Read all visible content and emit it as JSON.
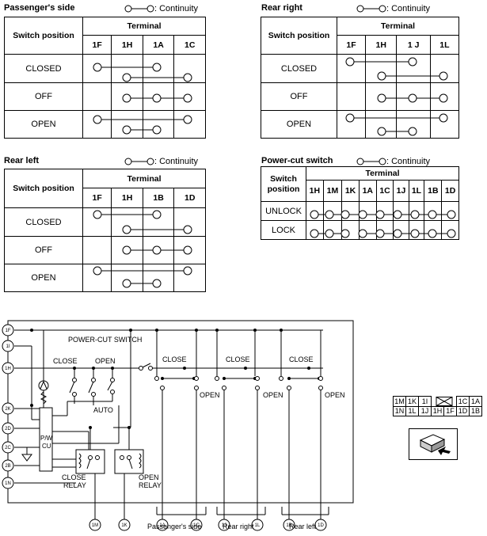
{
  "legend_text": ": Continuity",
  "switch_position_header": "Switch position",
  "terminal_header": "Terminal",
  "tables": {
    "passenger": {
      "title": "Passenger's side",
      "terminals": [
        "1F",
        "1H",
        "1A",
        "1C"
      ],
      "rows": [
        "CLOSED",
        "OFF",
        "OPEN"
      ]
    },
    "rear_right": {
      "title": "Rear right",
      "terminals": [
        "1F",
        "1H",
        "1 J",
        "1L"
      ],
      "rows": [
        "CLOSED",
        "OFF",
        "OPEN"
      ]
    },
    "rear_left": {
      "title": "Rear left",
      "terminals": [
        "1F",
        "1H",
        "1B",
        "1D"
      ],
      "rows": [
        "CLOSED",
        "OFF",
        "OPEN"
      ]
    },
    "power_cut": {
      "title": "Power-cut switch",
      "header_line1": "Switch",
      "header_line2": "position",
      "terminals": [
        "1H",
        "1M",
        "1K",
        "1A",
        "1C",
        "1J",
        "1L",
        "1B",
        "1D"
      ],
      "rows": [
        "UNLOCK",
        "LOCK"
      ]
    }
  },
  "schematic": {
    "power_cut_switch": "POWER-CUT SWITCH",
    "close": "CLOSE",
    "open": "OPEN",
    "auto": "AUTO",
    "pw_cu_line1": "P/W",
    "pw_cu_line2": "CU",
    "close_relay_line1": "CLOSE",
    "close_relay_line2": "RELAY",
    "open_relay_line1": "OPEN",
    "open_relay_line2": "RELAY",
    "left_terminals": [
      "1F",
      "1I",
      "1H",
      "2K",
      "2D",
      "2C",
      "2B",
      "1N"
    ],
    "bottom_terminals": [
      "1M",
      "1K",
      "1A",
      "1C",
      "1J",
      "1L",
      "1B",
      "1D"
    ],
    "group_labels": [
      "Passenger's side",
      "Rear right",
      "Rear left"
    ]
  },
  "connector": {
    "row1": [
      "1M",
      "1K",
      "1I",
      "",
      "",
      "1C",
      "1A"
    ],
    "row2": [
      "1N",
      "1L",
      "1J",
      "1H",
      "1F",
      "1D",
      "1B"
    ]
  }
}
